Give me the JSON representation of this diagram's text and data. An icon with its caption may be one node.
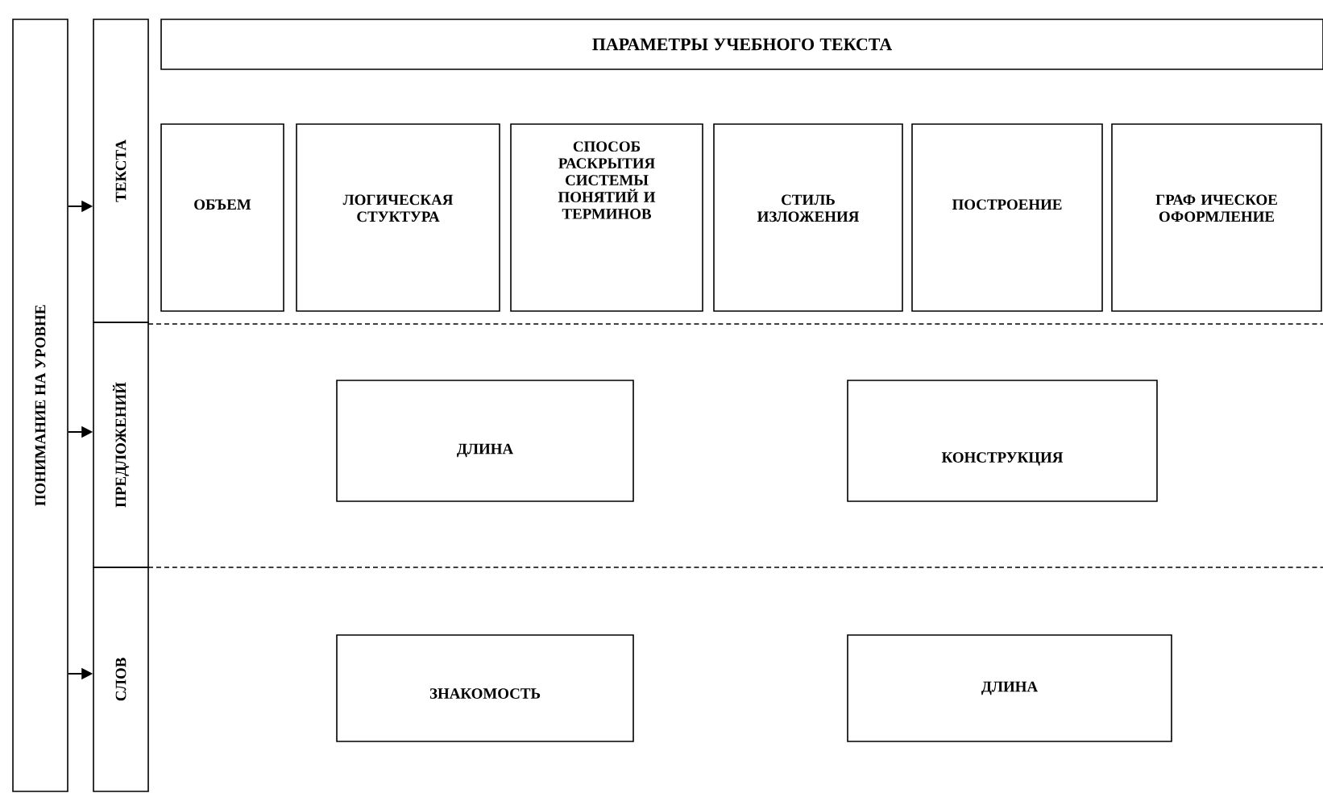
{
  "diagram": {
    "nodes": [
      {
        "text": [
          "ПОНИМАНИЕ НА УРОВНЕ"
        ]
      },
      {
        "text": [
          "ТЕКСТА"
        ]
      },
      {
        "text": [
          "ПРЕДЛОЖЕНИЙ"
        ]
      },
      {
        "text": [
          "СЛОВ"
        ]
      },
      {
        "text": [
          "ПАРАМЕТРЫ УЧЕБНОГО ТЕКСТА"
        ]
      },
      {
        "text": [
          "ОБЪЕМ"
        ]
      },
      {
        "text": [
          "ЛОГИЧЕСКАЯ СТУКТУРА"
        ]
      },
      {
        "text": [
          "СПОСОБ РАСКРЫТИЯ СИСТЕМЫ ПОНЯТИЙ И ТЕРМИНОВ"
        ]
      },
      {
        "text": [
          "СТИЛЬ ИЗЛОЖЕНИЯ"
        ]
      },
      {
        "text": [
          "ПОСТРОЕНИЕ"
        ]
      },
      {
        "text": [
          "ГРАФ ИЧЕСКОЕ ОФОРМЛЕНИЕ"
        ]
      },
      {
        "text": [
          "ДЛИНА"
        ]
      },
      {
        "text": [
          "КОНСТРУКЦИЯ"
        ]
      },
      {
        "text": [
          "ЗНАКОМОСТЬ"
        ]
      },
      {
        "text": [
          "ДЛИНА"
        ]
      }
    ],
    "edges": [
      {
        "from": 0,
        "to": 1,
        "arrow": "to"
      },
      {
        "from": 0,
        "to": 2,
        "arrow": "to"
      },
      {
        "from": 0,
        "to": 3,
        "arrow": "to"
      }
    ]
  }
}
